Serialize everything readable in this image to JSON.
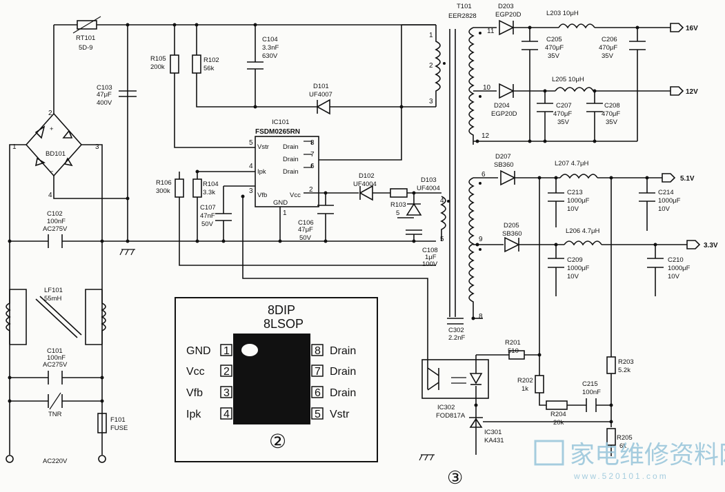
{
  "labels": {
    "rt101_ref": "RT101",
    "rt101_val": "5D-9",
    "bd101": "BD101",
    "c103_ref": "C103",
    "c103_val1": "47μF",
    "c103_val2": "400V",
    "c102_ref": "C102",
    "c102_val1": "100nF",
    "c102_val2": "AC275V",
    "lf101_ref": "LF101",
    "lf101_val": "55mH",
    "c101_ref": "C101",
    "c101_val1": "100nF",
    "c101_val2": "AC275V",
    "tnr": "TNR",
    "f101_ref": "F101",
    "f101_val": "FUSE",
    "ac_in": "AC220V",
    "r105_ref": "R105",
    "r105_val": "200k",
    "r102_ref": "R102",
    "r102_val": "56k",
    "c104_ref": "C104",
    "c104_val1": "3.3nF",
    "c104_val2": "630V",
    "d101_ref": "D101",
    "d101_val": "UF4007",
    "ic101_ref": "IC101",
    "ic101_val": "FSDM0265RN",
    "r106_ref": "R106",
    "r106_val": "300k",
    "r104_ref": "R104",
    "r104_val": "3.3k",
    "c107_ref": "C107",
    "c107_val1": "47nF",
    "c107_val2": "50V",
    "c106_ref": "C106",
    "c106_val1": "47μF",
    "c106_val2": "50V",
    "d102_ref": "D102",
    "d102_val": "UF4004",
    "r103_ref": "R103",
    "r103_val": "5",
    "d103_ref": "D103",
    "d103_val": "UF4004",
    "c108_ref": "C108",
    "c108_val1": "1μF",
    "c108_val2": "100V",
    "t101_ref": "T101",
    "t101_val": "EER2828",
    "c302_ref": "C302",
    "c302_val": "2.2nF",
    "d203_ref": "D203",
    "d203_val": "EGP20D",
    "l203": "L203  10μH",
    "c205_ref": "C205",
    "c205_val1": "470μF",
    "c205_val2": "35V",
    "c206_ref": "C206",
    "c206_val1": "470μF",
    "c206_val2": "35V",
    "d204_ref": "D204",
    "d204_val": "EGP20D",
    "l205": "L205  10μH",
    "c207_ref": "C207",
    "c207_val1": "470μF",
    "c207_val2": "35V",
    "c208_ref": "C208",
    "c208_val1": "470μF",
    "c208_val2": "35V",
    "d207_ref": "D207",
    "d207_val": "SB360",
    "l207": "L207  4.7μH",
    "c213_ref": "C213",
    "c213_val1": "1000μF",
    "c213_val2": "10V",
    "c214_ref": "C214",
    "c214_val1": "1000μF",
    "c214_val2": "10V",
    "d205_ref": "D205",
    "d205_val": "SB360",
    "l206": "L206  4.7μH",
    "c209_ref": "C209",
    "c209_val1": "1000μF",
    "c209_val2": "10V",
    "c210_ref": "C210",
    "c210_val1": "1000μF",
    "c210_val2": "10V",
    "r201_ref": "R201",
    "r201_val": "510",
    "r202_ref": "R202",
    "r202_val": "1k",
    "r203_ref": "R203",
    "r203_val": "5.2k",
    "c215_ref": "C215",
    "c215_val": "100nF",
    "r204_ref": "R204",
    "r204_val": "20k",
    "r205_ref": "R205",
    "r205_val": "6k",
    "ic302_ref": "IC302",
    "ic302_val": "FOD817A",
    "ic301_ref": "IC301",
    "ic301_val": "KA431",
    "out_16v": "16V",
    "out_12v": "12V",
    "out_5v": "5.1V",
    "out_3v": "3.3V",
    "circle3": "③"
  },
  "ic_pins": {
    "vstr": "Vstr",
    "ipk": "Ipk",
    "vfb": "Vfb",
    "vcc": "Vcc",
    "gnd": "GND",
    "drain": "Drain"
  },
  "package": {
    "title1": "8DIP",
    "title2": "8LSOP",
    "circle": "②",
    "left_pins": [
      {
        "name": "GND",
        "num": "1"
      },
      {
        "name": "Vcc",
        "num": "2"
      },
      {
        "name": "Vfb",
        "num": "3"
      },
      {
        "name": "Ipk",
        "num": "4"
      }
    ],
    "right_pins": [
      {
        "name": "Drain",
        "num": "8"
      },
      {
        "name": "Drain",
        "num": "7"
      },
      {
        "name": "Drain",
        "num": "6"
      },
      {
        "name": "Vstr",
        "num": "5"
      }
    ]
  },
  "watermark": {
    "text": "家电维修资料网",
    "url": "www.520101.com"
  }
}
